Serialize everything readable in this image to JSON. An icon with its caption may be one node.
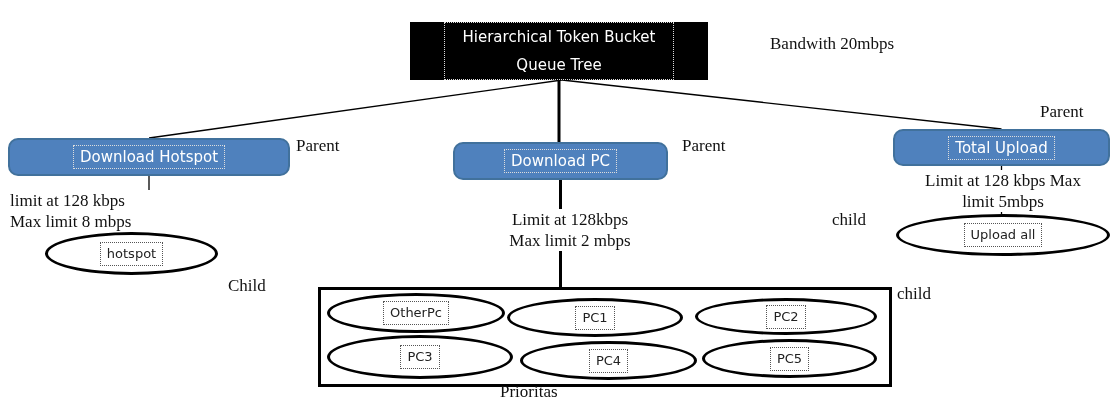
{
  "diagram": {
    "nodes": [
      {
        "text": [
          "Hierarchical Token Bucket Queue Tree"
        ],
        "beside": [
          "Bandwith 20mbps"
        ]
      },
      {
        "text": [
          "Download Hotspot"
        ],
        "beside": [
          "Parent"
        ]
      },
      {
        "text": [
          "Download PC"
        ],
        "beside": [
          "Parent"
        ]
      },
      {
        "text": [
          "Total Upload"
        ],
        "beside": [
          "Parent"
        ]
      },
      {
        "text": [
          "hotspot"
        ],
        "beside": [
          "Child"
        ]
      },
      {
        "text": [
          "Upload all"
        ],
        "beside": [
          "child"
        ]
      },
      {
        "text": [],
        "shape": "box",
        "beside": [
          "child",
          "Prioritas"
        ]
      },
      {
        "text": [
          "OtherPc"
        ],
        "in": 6
      },
      {
        "text": [
          "PC1"
        ],
        "in": 6
      },
      {
        "text": [
          "PC2"
        ],
        "in": 6
      },
      {
        "text": [
          "PC3"
        ],
        "in": 6
      },
      {
        "text": [
          "PC4"
        ],
        "in": 6
      },
      {
        "text": [
          "PC5"
        ],
        "in": 6
      }
    ],
    "edges": [
      {
        "from": 0,
        "to": 1,
        "arrow": "none"
      },
      {
        "from": 0,
        "to": 2,
        "arrow": "none",
        "style": "thick"
      },
      {
        "from": 0,
        "to": 3,
        "arrow": "none"
      },
      {
        "from": 1,
        "to": 4,
        "arrow": "none",
        "label": "limit at 128 kbps Max limit 8 mbps"
      },
      {
        "from": 2,
        "to": 6,
        "arrow": "none",
        "style": "thick",
        "label": "Limit at 128kbps Max limit 2 mbps"
      },
      {
        "from": 3,
        "to": 5,
        "arrow": "none",
        "label": "Limit at 128 kbps Max limit 5mbps"
      }
    ]
  }
}
